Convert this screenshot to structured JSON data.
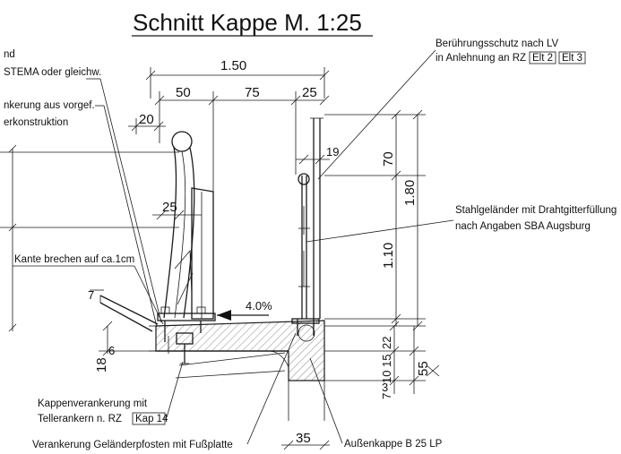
{
  "title": "Schnitt Kappe M. 1:25",
  "colors": {
    "line": "#1a1a1a",
    "paper": "#ffffff",
    "hatch": "#555555"
  },
  "notes": {
    "top_left_1": "nd",
    "top_left_2": "STEMA oder gleichw.",
    "verankerung_1": "nkerung aus vorgef.",
    "verankerung_2": "erkonstruktion",
    "beruehrung_1": "Berührungsschutz nach LV",
    "beruehrung_2_prefix": "in Anlehnung an RZ",
    "beruehrung_ref_1": "Elt 2",
    "beruehrung_ref_2": "Elt 3",
    "stahl_1": "Stahlgeländer mit Drahtgitterfüllung",
    "stahl_2": "nach Angaben SBA Augsburg",
    "kante": "Kante brechen auf ca.1cm",
    "kappen_1": "Kappenverankerung mit",
    "kappen_2_prefix": "Tellerankern n. RZ",
    "kappen_ref": "Kap 14",
    "gelaender": "Verankerung Geländerpfosten mit Fußplatte",
    "aussen": "Außenkappe B 25 LP"
  },
  "dims": {
    "d150": "1.50",
    "d50": "50",
    "d75": "75",
    "d25_top": "25",
    "d20": "20",
    "d19": "19",
    "d70": "70",
    "d180": "1.80",
    "d110": "1.10",
    "d25_mid": "25",
    "d7": "7",
    "d18": "18",
    "d6": "6",
    "d22": "22",
    "d15": "15",
    "d10": "10",
    "d7b": "7",
    "d3": "3",
    "d55": "55",
    "d35": "35",
    "slope": "4.0%"
  }
}
